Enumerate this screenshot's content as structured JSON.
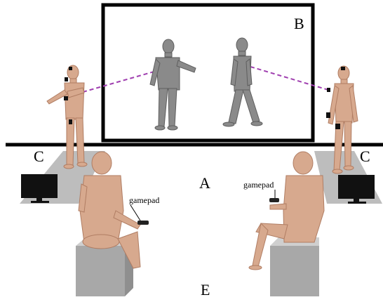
{
  "labels": {
    "A": "A",
    "B": "B",
    "C_left": "C",
    "C_right": "C",
    "E": "E",
    "gamepad_left": "gamepad",
    "gamepad_right": "gamepad"
  },
  "colors": {
    "skin": "#d7a98e",
    "skin_shade": "#b07d63",
    "avatar": "#8a8a8a",
    "avatar_shade": "#5e5e5e",
    "platform": "#bdbdbd",
    "box_top": "#cfcfcf",
    "box_front": "#a8a8a8",
    "monitor": "#111111",
    "pointing_line": "#a040b0",
    "frame": "#000000"
  }
}
